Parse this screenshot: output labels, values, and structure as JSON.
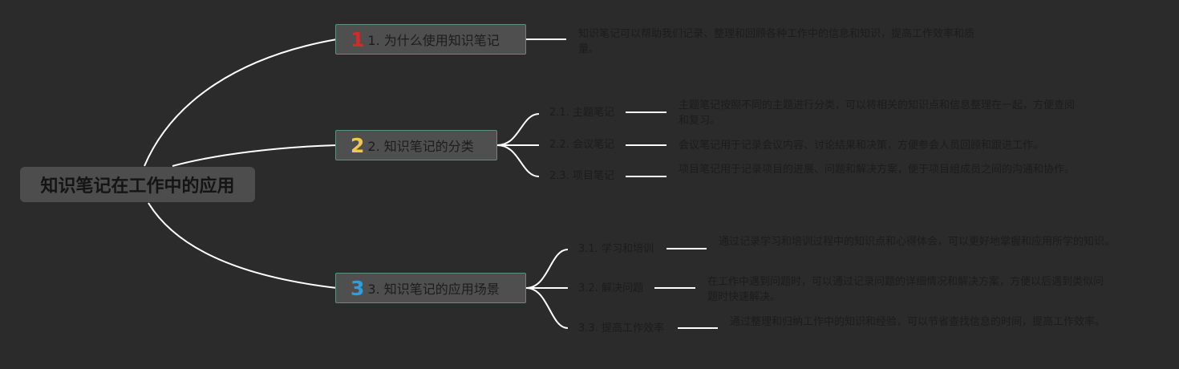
{
  "colors": {
    "background": "#2b2b2b",
    "root_fill": "#4d4d4d",
    "topic_fill": "#4f4f4f",
    "topic_border": "#5f8d7f",
    "connector": "#ffffff",
    "text": "#1c1c1c",
    "badge_1": "#d42a2a",
    "badge_2": "#f2c84b",
    "badge_3": "#2d9ee0"
  },
  "root": {
    "label": "知识笔记在工作中的应用"
  },
  "topics": [
    {
      "badge": "1",
      "label": "1. 为什么使用知识笔记",
      "desc": "知识笔记可以帮助我们记录、整理和回顾各种工作中的信息和知识，提高工作效率和质量。",
      "subs": []
    },
    {
      "badge": "2",
      "label": "2. 知识笔记的分类",
      "subs": [
        {
          "label": "2.1. 主题笔记",
          "desc": "主题笔记按照不同的主题进行分类，可以将相关的知识点和信息整理在一起，方便查阅和复习。"
        },
        {
          "label": "2.2. 会议笔记",
          "desc": "会议笔记用于记录会议内容、讨论结果和决策，方便参会人员回顾和跟进工作。"
        },
        {
          "label": "2.3. 项目笔记",
          "desc": "项目笔记用于记录项目的进展、问题和解决方案，便于项目组成员之间的沟通和协作。"
        }
      ]
    },
    {
      "badge": "3",
      "label": "3. 知识笔记的应用场景",
      "subs": [
        {
          "label": "3.1. 学习和培训",
          "desc": "通过记录学习和培训过程中的知识点和心得体会，可以更好地掌握和应用所学的知识。"
        },
        {
          "label": "3.2. 解决问题",
          "desc": "在工作中遇到问题时，可以通过记录问题的详细情况和解决方案，方便以后遇到类似问题时快速解决。"
        },
        {
          "label": "3.3. 提高工作效率",
          "desc": "通过整理和归纳工作中的知识和经验，可以节省查找信息的时间，提高工作效率。"
        }
      ]
    }
  ]
}
